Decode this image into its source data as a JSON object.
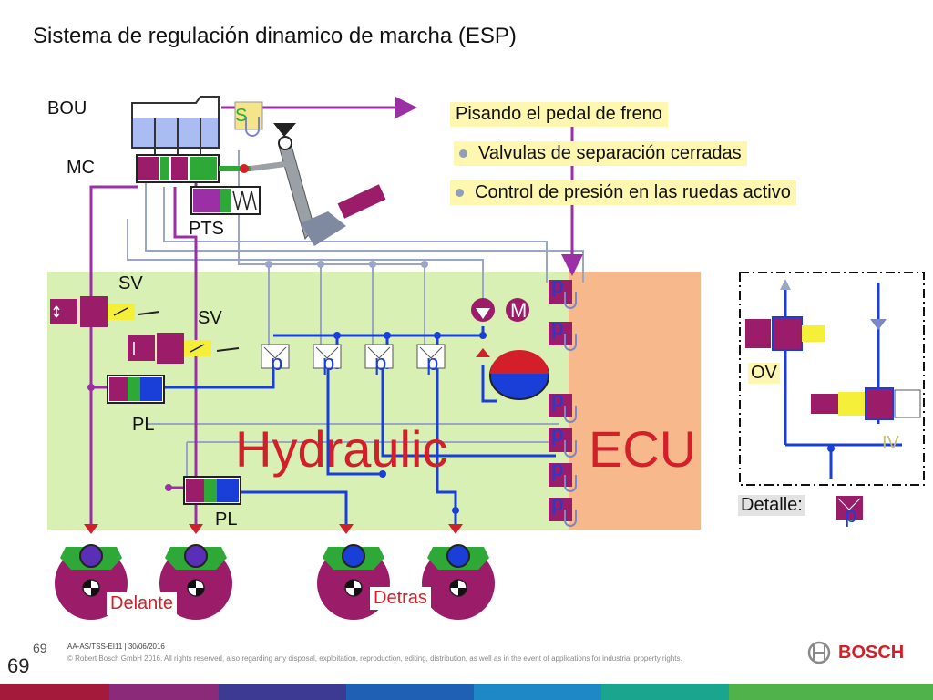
{
  "title": "Sistema de regulación dinamico de marcha (ESP)",
  "labels": {
    "bou": "BOU",
    "mc": "MC",
    "pts": "PTS",
    "sv1": "SV",
    "sv2": "SV",
    "pl1": "PL",
    "pl2": "PL",
    "ov": "OV",
    "iv": "IV",
    "motor": "M",
    "s_symbol": "S",
    "hydraulic": "Hydraulic",
    "ecu": "ECU",
    "detalle": "Detalle:"
  },
  "notes": [
    "Pisando el pedal de freno",
    "Valvulas de separación cerradas",
    "Control de presión en las ruedas activo"
  ],
  "sensor_letter": "p",
  "wheels": {
    "front": "Delante",
    "rear": "Detras"
  },
  "footer": {
    "page_top": "69",
    "page_main": "69",
    "doc_ref": "AA-AS/TSS-EI11 | 30/06/2016",
    "copyright": "© Robert Bosch GmbH 2016. All rights reserved, also regarding any disposal, exploitation, reproduction, editing, distribution, as well as in the event of applications for industrial property rights.",
    "brand": "BOSCH"
  },
  "colors": {
    "hydraulic_bg": "#d9f0b4",
    "ecu_bg": "#f7b98c",
    "brake_line": "#1a3ed8",
    "front_line": "#9b2fa6",
    "signal_line": "#9aa6c8",
    "wheel": "#9b1d6a",
    "caliper": "#2ea836",
    "accent_red": "#d21f2a",
    "note_bg": "#fff7b0"
  }
}
